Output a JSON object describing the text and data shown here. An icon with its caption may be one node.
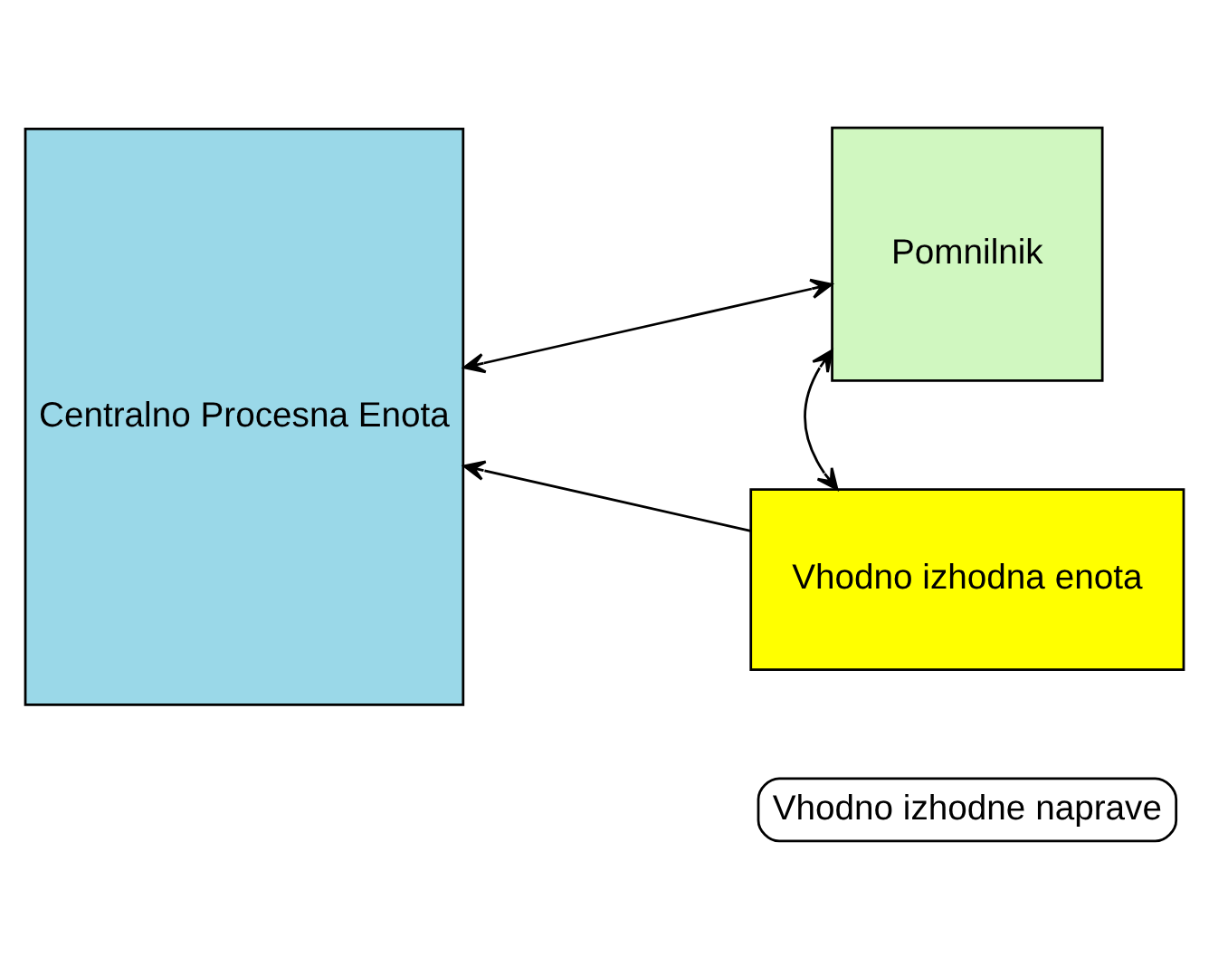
{
  "diagram": {
    "nodes": [
      {
        "text": [
          "Centralno Procesna Enota"
        ]
      },
      {
        "text": [
          "Pomnilnik"
        ]
      },
      {
        "text": [
          "Vhodno izhodna enota"
        ]
      },
      {
        "text": [
          "Vhodno izhodne naprave"
        ]
      }
    ],
    "edges": [
      {
        "from": 0,
        "to": 1,
        "arrow": "both"
      },
      {
        "from": 1,
        "to": 2,
        "arrow": "both"
      },
      {
        "from": 2,
        "to": 0,
        "arrow": "to"
      }
    ]
  }
}
